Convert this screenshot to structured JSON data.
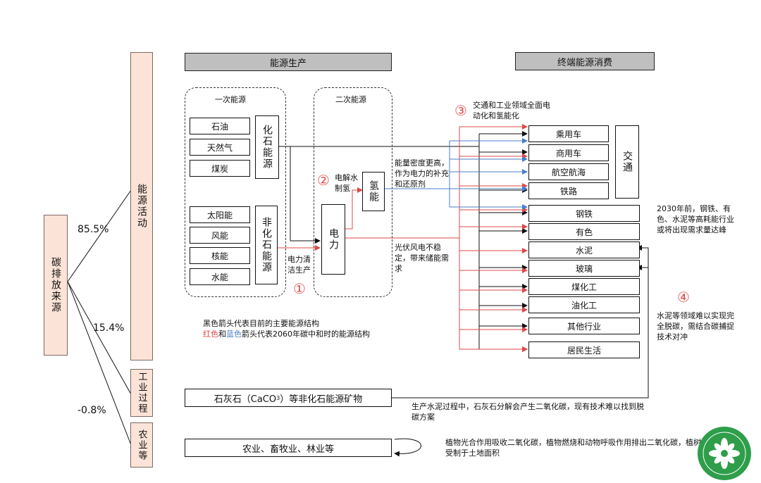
{
  "source": {
    "label": "碳排放来源"
  },
  "percents": {
    "energy": "85.5%",
    "industry": "15.4%",
    "agri": "-0.8%"
  },
  "categories": {
    "energy": "能源活动",
    "industry": "工业过程",
    "agri": "农业等"
  },
  "headers": {
    "production": "能源生产",
    "consumption": "终端能源消费"
  },
  "primary": {
    "title": "一次能源",
    "fossil_items": [
      "石油",
      "天然气",
      "煤炭"
    ],
    "fossil_label": "化石能源",
    "nonfossil_items": [
      "太阳能",
      "风能",
      "核能",
      "水能"
    ],
    "nonfossil_label": "非化石能源"
  },
  "secondary": {
    "title": "二次能源",
    "hydrogen": "氢能",
    "power": "电力"
  },
  "annotations": {
    "clean_power": "电力清洁生产",
    "electrolysis": "电解水制氢",
    "hydrogen_note": "能量密度更高，作为电力的补充和还原剂",
    "pv_note": "光伏风电不稳定，带来储能需求",
    "electrify": "交通和工业领域全面电动化和氢能化",
    "peak_note": "2030年前，钢铁、有色、水泥等高耗能行业或将出现需求量达峰",
    "ccs_note": "水泥等领域难以实现完全脱碳，需结合碳捕捉技术对冲",
    "cement_note": "生产水泥过程中，石灰石分解会产生二氧化碳，现有技术难以找到脱碳方案",
    "agri_note": "植物光合作用吸收二氧化碳，植物燃烧和动物呼吸作用排出二氧化碳，植树造林受制于土地面积"
  },
  "circle_nums": {
    "one": "①",
    "two": "②",
    "three": "③",
    "four": "④"
  },
  "transport": {
    "label": "交通",
    "items": [
      "乘用车",
      "商用车",
      "航空航海",
      "铁路"
    ]
  },
  "industry_items": [
    "钢铁",
    "有色",
    "水泥",
    "玻璃",
    "煤化工",
    "油化工",
    "其他行业",
    "居民生活"
  ],
  "legend": {
    "line1": "黑色箭头代表目前的主要能源结构",
    "red_word": "红色",
    "and_word": "和",
    "blue_word": "蓝色",
    "line2_rest": "箭头代表2060年碳中和时的能源结构"
  },
  "limestone": {
    "prefix": "石灰石（CaCO",
    "sub": "3",
    "suffix": "）等非化石能源矿物"
  },
  "agri_box": "农业、畜牧业、林业等",
  "colors": {
    "red": "#e04848",
    "blue": "#4a7fc8",
    "black": "#111111",
    "peach": "#fbe3d7",
    "header": "#bfbfbf"
  }
}
